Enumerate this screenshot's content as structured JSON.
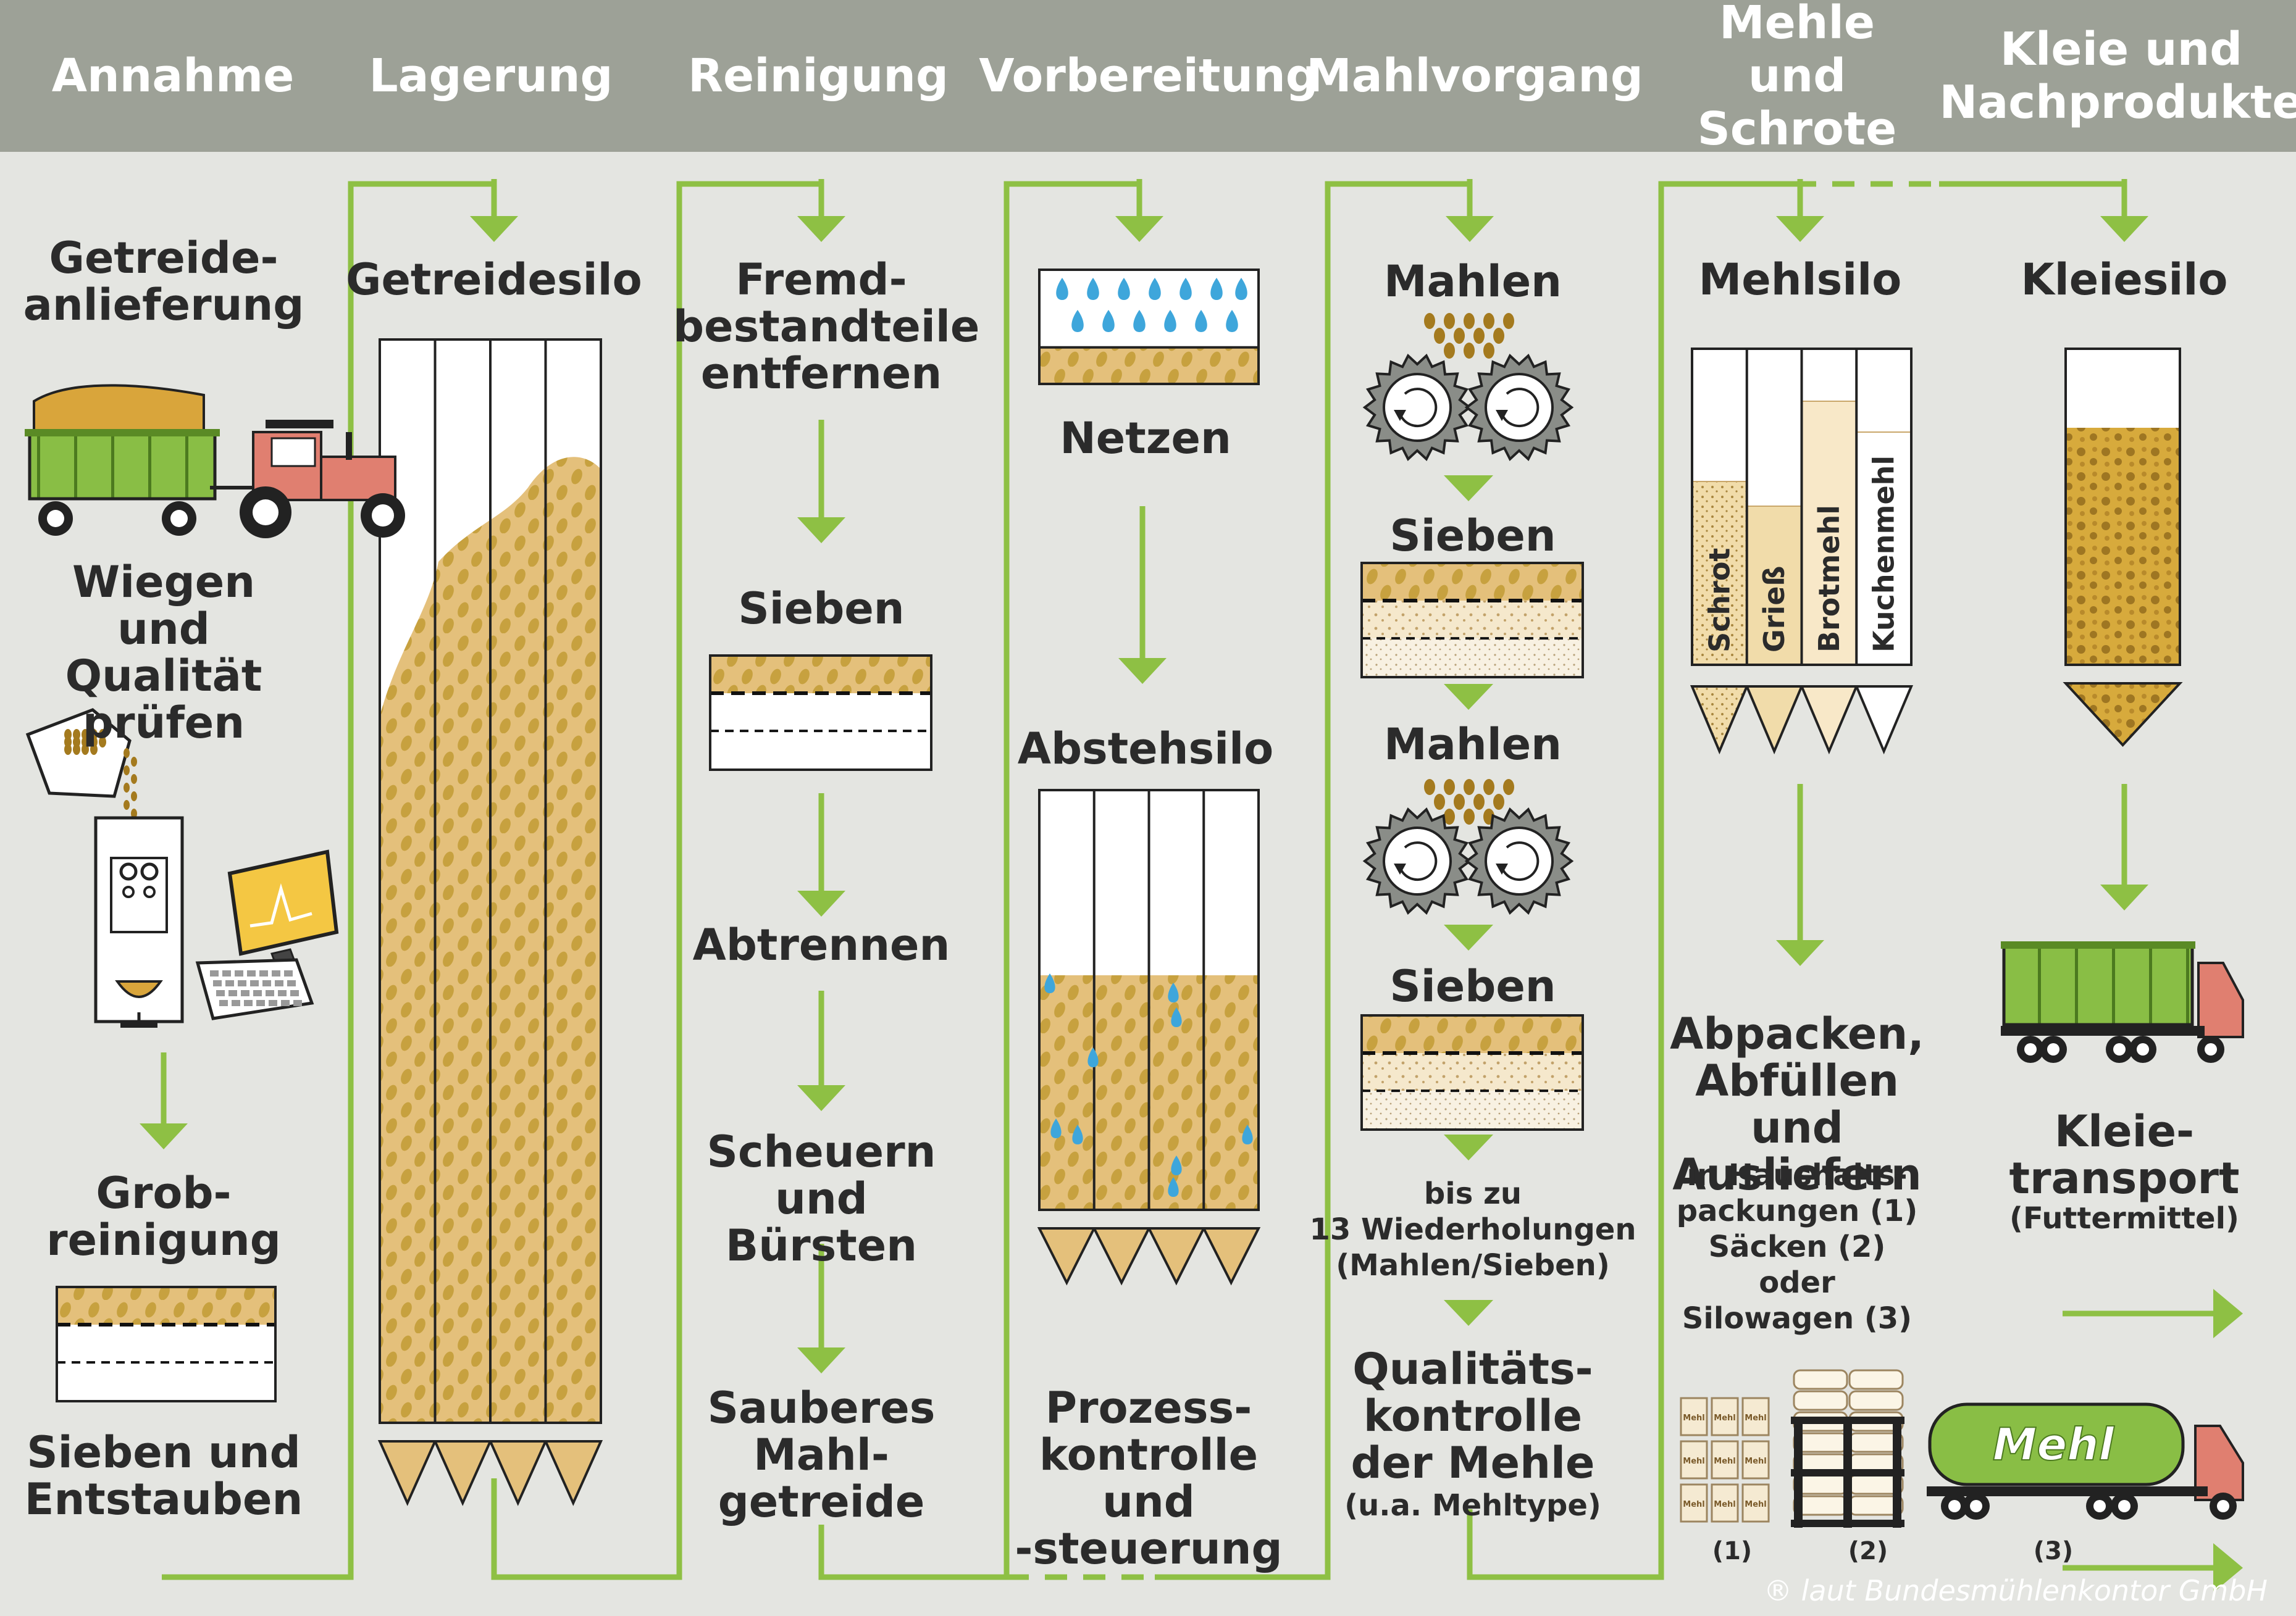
{
  "headers": {
    "annahme": "Annahme",
    "lagerung": "Lagerung",
    "reinigung": "Reinigung",
    "vorbereitung": "Vorbereitung",
    "mahlvorgang": "Mahlvorgang",
    "mehle": "Mehle\nund Schrote",
    "kleie": "Kleie und\nNachprodukte"
  },
  "annahme": {
    "delivery": "Getreide-\nanlieferung",
    "weigh": "Wiegen\nund Qualität\nprüfen",
    "rough": "Grob-\nreinigung",
    "sieve": "Sieben und\nEntstauben"
  },
  "lagerung": {
    "silo": "Getreidesilo"
  },
  "reinigung": {
    "foreign": "Fremd-\nbestandteile\nentfernen",
    "sieve": "Sieben",
    "separate": "Abtrennen",
    "scour": "Scheuern\nund Bürsten",
    "clean": "Sauberes\nMahl-\ngetreide"
  },
  "vorbereitung": {
    "wet": "Netzen",
    "silo": "Abstehsilo",
    "control": "Prozess-\nkontrolle und\n-steuerung"
  },
  "mahlvorgang": {
    "mill1": "Mahlen",
    "sieve1": "Sieben",
    "mill2": "Mahlen",
    "sieve2": "Sieben",
    "repeat": "bis zu\n13 Wiederholungen\n(Mahlen/Sieben)",
    "quality": "Qualitäts-\nkontrolle\nder Mehle",
    "quality_note": "(u.a. Mehltype)"
  },
  "mehle": {
    "silo": "Mehlsilo",
    "flours": [
      "Schrot",
      "Grieß",
      "Brotmehl",
      "Kuchenmehl"
    ],
    "pack": "Abpacken,\nAbfüllen und\nAusliefern",
    "pack_note": "in Haushalts-\npackungen (1)\nSäcken (2)\noder\nSilowagen (3)",
    "bag_label": "Mehl",
    "tanker_label": "Mehl",
    "marker1": "(1)",
    "marker2": "(2)",
    "marker3": "(3)"
  },
  "kleie": {
    "silo": "Kleiesilo",
    "transport": "Kleie-\ntransport",
    "transport_note": "(Futtermittel)"
  },
  "copyright": "laut Bundesmühlenkontor GmbH",
  "colors": {
    "header_bg": "#9da197",
    "background": "#e4e5e1",
    "arrow_green": "#8ec044",
    "grain_fill": "#e4c07b",
    "seed": "#c7a13f",
    "tractor_red": "#e07f70",
    "water_blue": "#3ea6db",
    "trailer_green": "#89be45"
  }
}
